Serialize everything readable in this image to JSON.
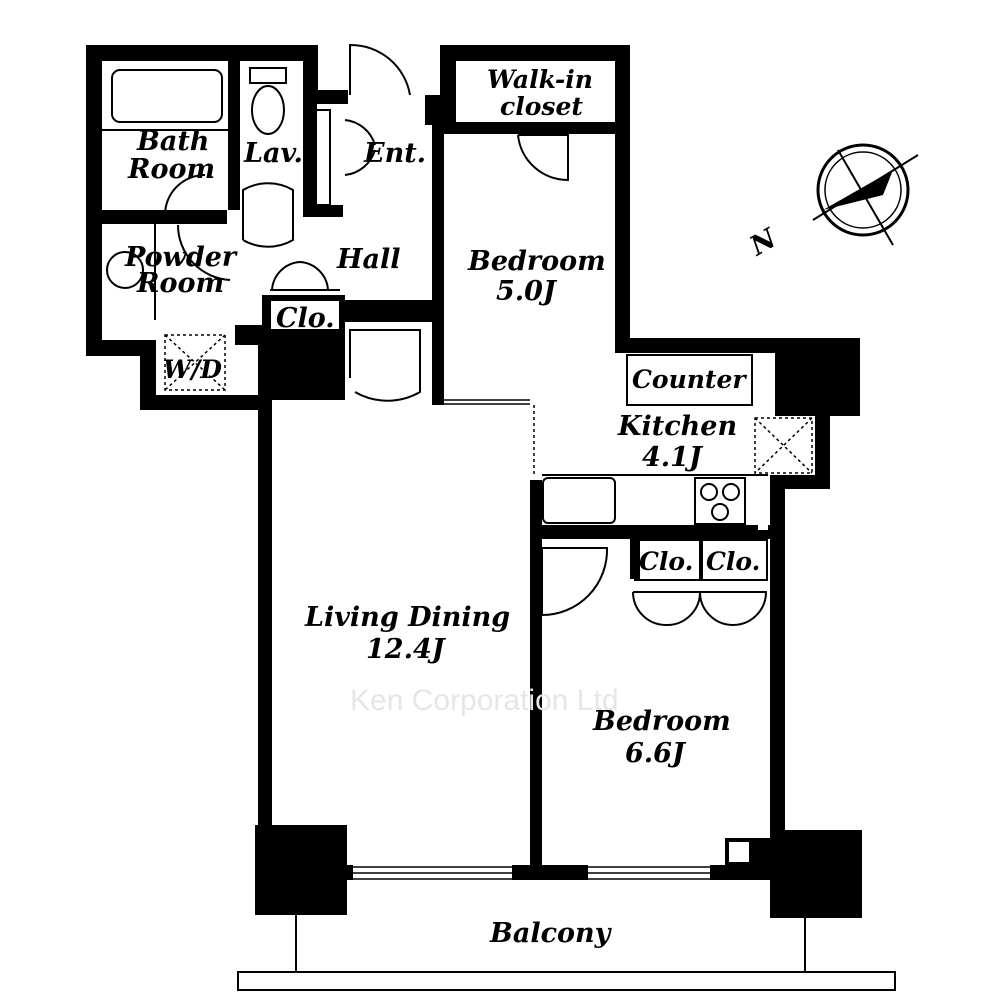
{
  "rooms": {
    "bath": {
      "line1": "Bath",
      "line2": "Room"
    },
    "lavatory": "Lav.",
    "entrance": "Ent.",
    "walk_in_closet": {
      "line1": "Walk-in",
      "line2": "closet"
    },
    "powder_room": {
      "line1": "Powder",
      "line2": "Room"
    },
    "hall": "Hall",
    "hall_closet": "Clo.",
    "washer_dryer": "W/D",
    "bedroom_1": {
      "name": "Bedroom",
      "size": "5.0J"
    },
    "counter": "Counter",
    "kitchen": {
      "name": "Kitchen",
      "size": "4.1J"
    },
    "closet_a": "Clo.",
    "closet_b": "Clo.",
    "living_dining": {
      "name": "Living Dining",
      "size": "12.4J"
    },
    "bedroom_2": {
      "name": "Bedroom",
      "size": "6.6J"
    },
    "balcony": "Balcony"
  },
  "compass": {
    "north_label": "N"
  },
  "watermark": "Ken Corporation Ltd"
}
